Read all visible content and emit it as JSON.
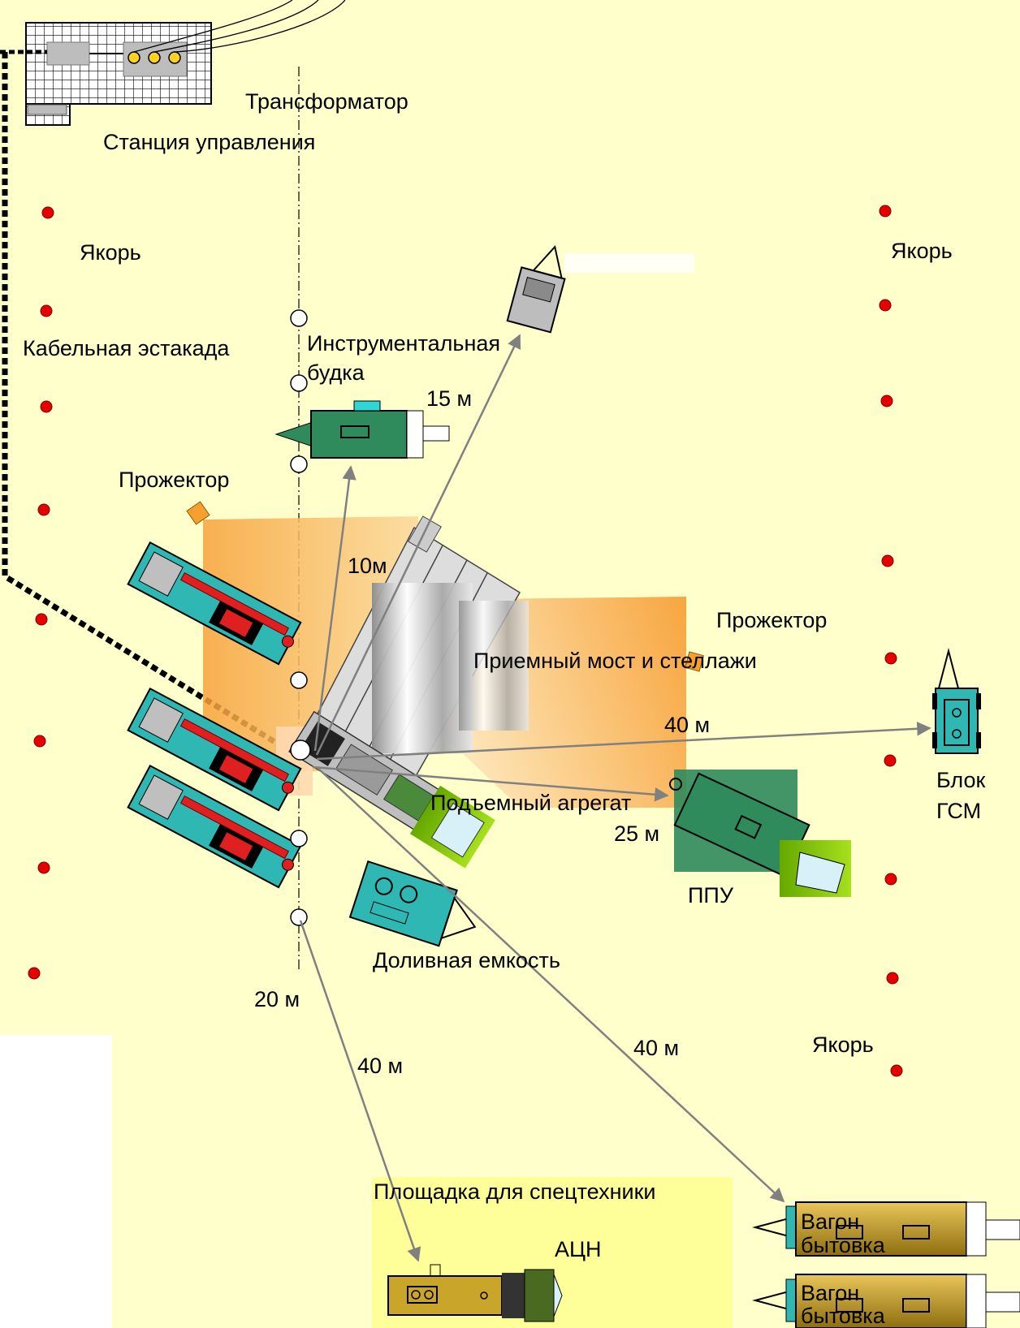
{
  "labels": {
    "transformer": "Трансформатор",
    "control_station": "Станция управления",
    "anchor": "Якорь",
    "cable_rack": "Кабельная эстакада",
    "tool_booth_1": "Инструментальная",
    "tool_booth_2": "будка",
    "floodlight": "Прожектор",
    "bridge_racks": "Приемный мост и стеллажи",
    "lifting_unit": "Подъемный агрегат",
    "fuel_block_1": "Блок",
    "fuel_block_2": "ГСМ",
    "ppu": "ППУ",
    "topping_tank": "Доливная емкость",
    "special_site": "Площадка для спецтехники",
    "acn": "АЦН",
    "wagon_1": "Вагон",
    "wagon_2": "бытовка"
  },
  "distances": {
    "d15": "15 м",
    "d10": "10м",
    "d40_gsm": "40 м",
    "d25": "25 м",
    "d20": "20 м",
    "d40_acn": "40 м",
    "d40_wagon": "40 м"
  },
  "colors": {
    "background": "#ffffcc",
    "special_site": "#ffff99",
    "anchor_dot": "#e60000",
    "truck_green": "#2f8a5c",
    "teal": "#2fb7b3",
    "wagon_yellow": "#c9a52a",
    "floodlight_orange": "#f7a030",
    "arrow": "#808080"
  }
}
